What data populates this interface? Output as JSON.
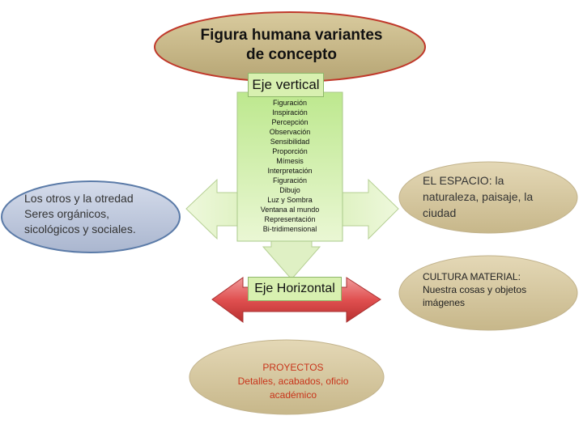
{
  "title": {
    "line1": "Figura humana variantes",
    "line2": "de concepto"
  },
  "eje_vertical": {
    "label": "Eje vertical"
  },
  "eje_horizontal": {
    "label": "Eje Horizontal"
  },
  "concepts": [
    "Figuración",
    "Inspiración",
    "Percepción",
    "Observación",
    "Sensibilidad",
    "Proporción",
    "Mímesis",
    "Interpretación",
    "Figuración",
    "Dibujo",
    "Luz y Sombra",
    "Ventana al mundo",
    "Representación",
    "Bi-tridimensional"
  ],
  "left_node": {
    "line1": "Los otros y la otredad",
    "line2": "Seres orgánicos,",
    "line3": "sicológicos y sociales."
  },
  "espacio_node": {
    "text": "EL ESPACIO: la naturaleza, paisaje, la ciudad"
  },
  "cultura_node": {
    "line1": "CULTURA MATERIAL:",
    "line2": "Nuestra cosas y objetos",
    "line3": "imágenes"
  },
  "proyectos_node": {
    "line1": "PROYECTOS",
    "line2": "Detalles, acabados, oficio",
    "line3": "académico"
  },
  "colors": {
    "title_fill": "#c8b98a",
    "title_stroke": "#c0392b",
    "node_fill": "#d4c49c",
    "node_stroke": "#bfb08a",
    "left_node_fill": "#bcc6d8",
    "left_node_stroke": "#5b7ba8",
    "arrow_green": "#dff0c4",
    "arrow_red": "#e25b5b",
    "proyectos_text": "#c8341a"
  }
}
